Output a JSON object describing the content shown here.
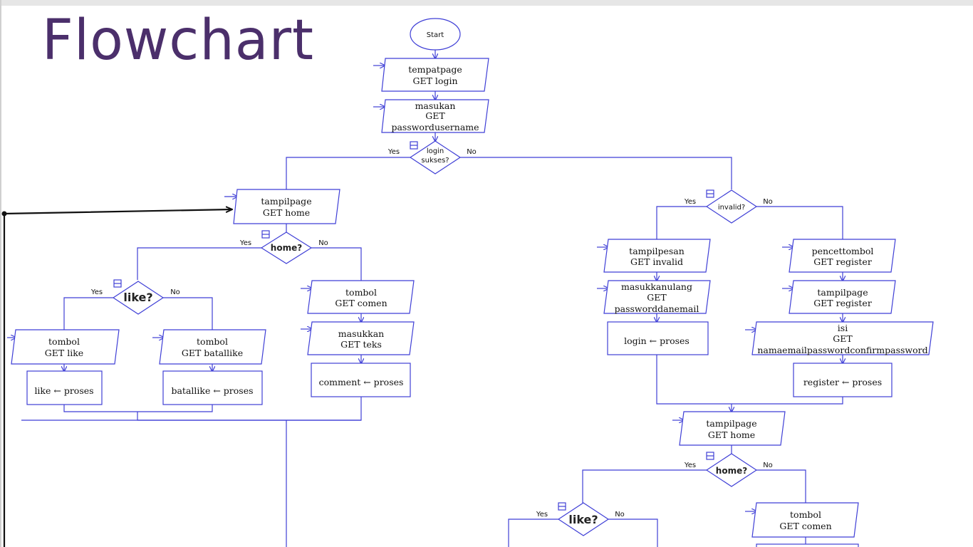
{
  "title": "Flowchart",
  "yes": "Yes",
  "no": "No",
  "nodes": {
    "start": "Start",
    "login_page": [
      "tempatpage",
      "GET login"
    ],
    "input_login": [
      "masukan",
      "GET",
      "passwordusername"
    ],
    "login_decision": [
      "login",
      "sukses?"
    ],
    "home_left": [
      "tampilpage",
      "GET home"
    ],
    "home_decision_left": "home?",
    "like_decision_left": "like?",
    "tombol_like": [
      "tombol",
      "GET like"
    ],
    "tombol_batallike": [
      "tombol",
      "GET batallike"
    ],
    "proses_like": "like ← proses",
    "proses_batallike": "batallike ← proses",
    "tombol_comen_left": [
      "tombol",
      "GET comen"
    ],
    "masukkan_teks": [
      "masukkan",
      "GET teks"
    ],
    "proses_comment": "comment ← proses",
    "invalid_decision": "invalid?",
    "tampil_pesan": [
      "tampilpesan",
      "GET invalid"
    ],
    "masukkan_ulang": [
      "masukkanulang",
      "GET",
      "passworddanemail"
    ],
    "proses_login": "login ← proses",
    "pencet_tombol": [
      "pencettombol",
      "GET register"
    ],
    "tampil_register": [
      "tampilpage",
      "GET register"
    ],
    "isi_register": [
      "isi",
      "GET",
      "namaemailpasswordconfirmpassword"
    ],
    "proses_register": "register ← proses",
    "home_right": [
      "tampilpage",
      "GET home"
    ],
    "home_decision_right": "home?",
    "like_decision_right": "like?",
    "tombol_comen_right": [
      "tombol",
      "GET comen"
    ]
  }
}
